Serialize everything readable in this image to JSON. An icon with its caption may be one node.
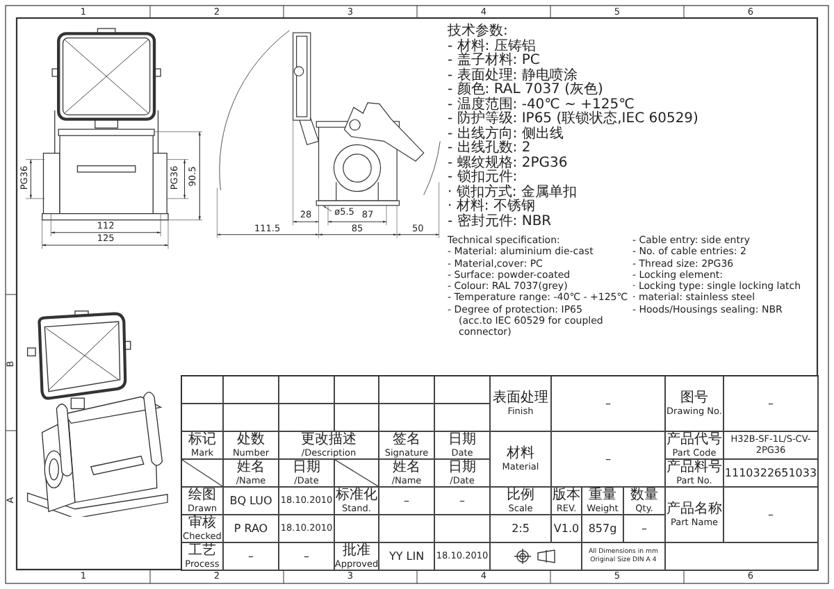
{
  "diagram": {
    "labels": [
      "1",
      "2",
      "3",
      "4",
      "5",
      "6",
      "1",
      "2",
      "3",
      "4",
      "5",
      "6",
      "B",
      "A",
      "PG36",
      "PG36",
      "90.5",
      "112",
      "125",
      "111.5",
      "28",
      "ø5.5",
      "87",
      "85",
      "50",
      "技术参数:",
      "- 材料: 压铸铝",
      "- 盖子材料: PC",
      "- 表面处理: 静电喷涂",
      "- 颜色: RAL 7037 (灰色)",
      "- 温度范围: -40℃ ~ +125℃",
      "- 防护等级: IP65 (联锁状态,IEC 60529)",
      "- 出线方向: 侧出线",
      "- 出线孔数: 2",
      "- 螺纹规格: 2PG36",
      "- 锁扣元件:",
      "· 锁扣方式: 金属单扣",
      "· 材料: 不锈钢",
      "- 密封元件: NBR",
      "Technical specification:",
      "- Material: aluminium die-cast",
      "- Material,cover: PC",
      "- Surface: powder-coated",
      "- Colour: RAL 7037(grey)",
      "- Temperature range: -40℃ - +125℃",
      "- Degree of protection: IP65",
      "(acc.to IEC 60529 for coupled connector)",
      "- Cable entry: side entry",
      "- No. of cable entries: 2",
      "- Thread size: 2PG36",
      "- Locking element:",
      "· Locking type: single locking latch",
      "· material: stainless steel",
      "- Hoods/Housings sealing: NBR",
      "标记",
      "Mark",
      "处数",
      "Number",
      "更改描述",
      "/Description",
      "签名",
      "Signature",
      "日期",
      "Date",
      "姓名",
      "/Name",
      "日期",
      "/Date",
      "姓名",
      "/Name",
      "日期",
      "/Date",
      "绘图",
      "Drawn",
      "BQ LUO",
      "18.10.2010",
      "标准化",
      "Stand.",
      "–",
      "–",
      "审核",
      "Checked",
      "P RAO",
      "18.10.2010",
      "工艺",
      "Process",
      "–",
      "–",
      "批准",
      "Approved",
      "YY LIN",
      "18.10.2010",
      "表面处理",
      "Finish",
      "–",
      "材料",
      "Material",
      "–",
      "比例",
      "Scale",
      "版本",
      "REV.",
      "重量",
      "Weight",
      "数量",
      "Qty.",
      "2:5",
      "V1.0",
      "857g",
      "–",
      "All Dimensions in mm",
      "Original Size DIN A 4",
      "图号",
      "Drawing No.",
      "–",
      "产品代号",
      "Part Code",
      "H32B-SF-1L/S-CV-2PG36",
      "产品料号",
      "Part No.",
      "1110322651033",
      "产品名称",
      "Part Name",
      "–"
    ]
  }
}
